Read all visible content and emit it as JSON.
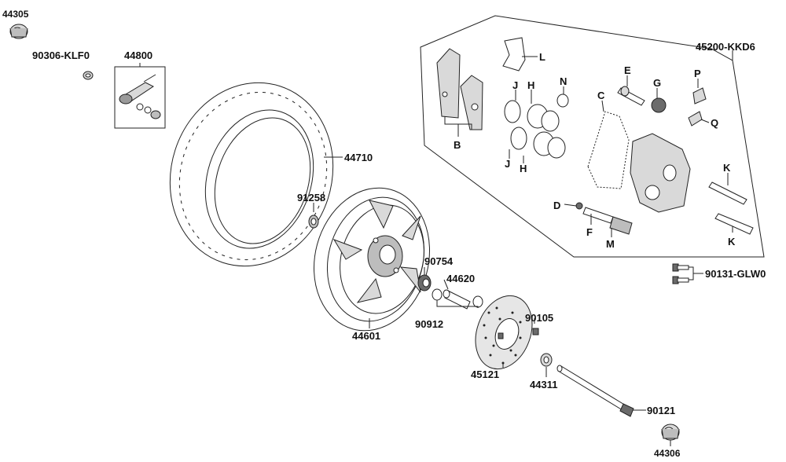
{
  "diagram": {
    "labels": {
      "p44305": "44305",
      "p90306": "90306-KLF0",
      "p44800": "44800",
      "p44710": "44710",
      "p91258": "91258",
      "p44601": "44601",
      "p90754": "90754",
      "p44620": "44620",
      "p90912": "90912",
      "p90105": "90105",
      "p45121": "45121",
      "p44311": "44311",
      "p90121": "90121",
      "p44306": "44306",
      "p90131": "90131-GLW0",
      "p45200": "45200-KKD6",
      "B": "B",
      "L": "L",
      "J1": "J",
      "H1": "H",
      "J2": "J",
      "H2": "H",
      "N": "N",
      "E": "E",
      "G": "G",
      "P": "P",
      "Q": "Q",
      "C": "C",
      "K1": "K",
      "K2": "K",
      "D": "D",
      "F": "F",
      "M": "M"
    },
    "colors": {
      "outline": "#222222",
      "fill_light": "#d9d9d9",
      "fill_dark": "#6b6b6b",
      "background": "#ffffff"
    }
  }
}
